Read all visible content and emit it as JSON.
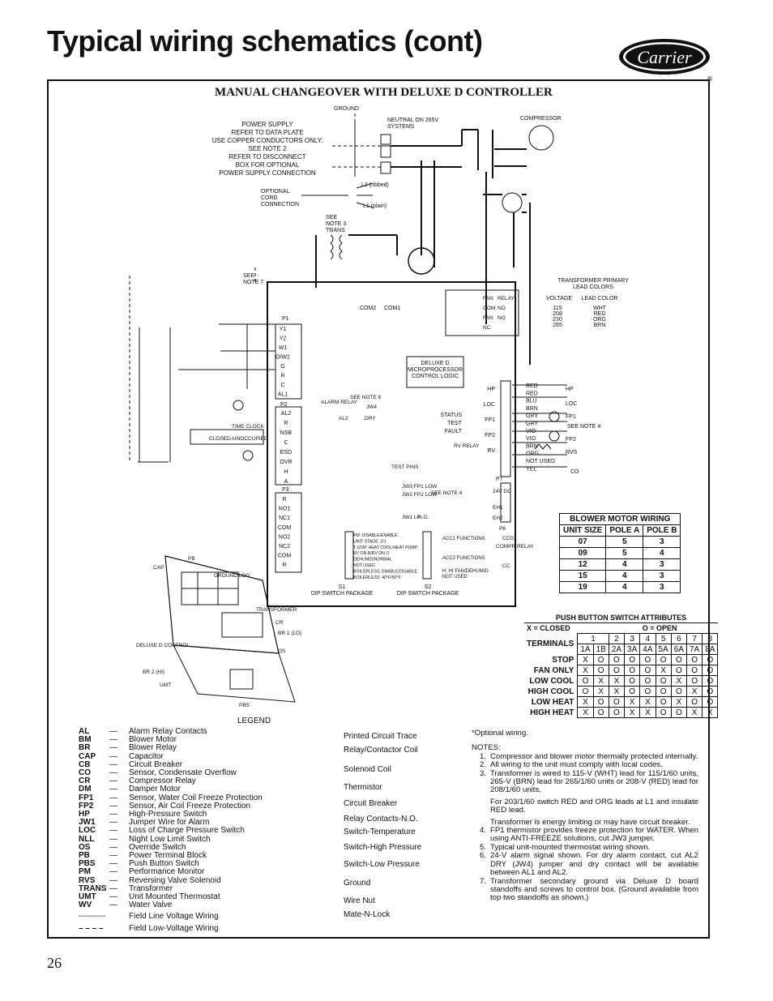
{
  "page_title": "Typical wiring schematics (cont)",
  "brand": "Carrier",
  "section_title": "MANUAL CHANGEOVER WITH DELUXE D CONTROLLER",
  "page_number": "26",
  "schematic_labels": {
    "ground": "GROUND",
    "power_supply": [
      "POWER SUPPLY",
      "REFER TO DATA PLATE",
      "USE COPPER CONDUCTORS ONLY.",
      "SEE NOTE 2",
      "REFER TO DISCONNECT",
      "BOX FOR OPTIONAL",
      "POWER SUPPLY CONNECTION"
    ],
    "neutral": [
      "NEUTRAL ON 265V",
      "SYSTEMS"
    ],
    "compressor": "COMPRESSOR",
    "optional_cord": [
      "OPTIONAL",
      "CORD",
      "CONNECTION"
    ],
    "l2_ribbed": "L2 (ribbed)",
    "l1_plain": "L1 (plain)",
    "see_note3": [
      "SEE",
      "NOTE 3",
      "TRANS"
    ],
    "see_note7": [
      "SEE",
      "NOTE 7"
    ],
    "deluxe": [
      "DELUXE D",
      "MICROPROCESSOR",
      "CONTROL LOGIC"
    ],
    "xfmr_title": [
      "TRANSFORMER PRIMARY",
      "LEAD COLORS"
    ],
    "xfmr_rows": [
      [
        "115",
        "WHT"
      ],
      [
        "208",
        "RED"
      ],
      [
        "230",
        "ORG"
      ],
      [
        "265",
        "BRN"
      ]
    ],
    "xfmr_head": [
      "VOLTAGE",
      "LEAD COLOR"
    ],
    "p1_pins": [
      "Y1",
      "Y2",
      "W1",
      "O/W2",
      "G",
      "R",
      "C",
      "AL1"
    ],
    "p2_pins": [
      "AL2",
      "R",
      "NSB",
      "C",
      "ESD",
      "OVR",
      "H",
      "A"
    ],
    "p3_pins": [
      "R",
      "NO1",
      "NC1",
      "COM",
      "NO2",
      "NC2",
      "COM",
      "R"
    ],
    "p7_pins": [
      "HP",
      "",
      "LOC",
      "",
      "FP1",
      "",
      "FP2",
      "",
      "RV",
      "",
      "",
      ""
    ],
    "right_wires": [
      "RED",
      "RED",
      "BLU",
      "BRN",
      "GRY",
      "GRY",
      "VIO",
      "VIO",
      "BRN",
      "ORG",
      "NOT USED",
      "YEL"
    ],
    "right_devices": [
      "HP",
      "LOC",
      "FP1",
      "SEE NOTE 4",
      "FP2",
      "RVS",
      "CO"
    ],
    "s1_dips": [
      "PM: DISABLE/ENABLE",
      "UNIT STAGE: 2/1",
      "T-STAT HEAT COOL/HEAT PUMP",
      "RV ON B/RV ON O",
      "DEHUMID/NORMAL",
      "NOT USED",
      "BOILERLESS: ENABLE/DISABLE",
      "BOILERLESS: 40°F/50°F"
    ],
    "s2_dips": [
      "ACC1 FUNCTIONS",
      "ACC2 FUNCTIONS",
      "H: HI FAN/DEHUMID",
      "NOT USED"
    ],
    "s1_label": [
      "S1",
      "DIP SWITCH PACKAGE"
    ],
    "s2_label": [
      "S2",
      "DIP SWITCH PACKAGE"
    ],
    "status_leds": [
      "STATUS",
      "TEST",
      "FAULT"
    ],
    "misc": [
      "ALARM RELAY",
      "SEE NOTE 6",
      "JW4",
      "AL2",
      "DRY",
      "RV RELAY",
      "TEST PINS",
      "JW3 FP1 LOW",
      "JW2 FP2 LOW",
      "JW1 LP",
      "N.O.",
      "SEE NOTE 4",
      "24V DC",
      "EH1",
      "EH2",
      "P6",
      "CCG",
      "CC",
      "COMPR RELAY",
      "TIME CLOCK",
      "CLOSED-UNOCCUPIED",
      "GROUND LOG",
      "TRANSFORMER",
      "CR",
      "BR 1 (LO)",
      "OS",
      "DELUXE D CONTROL",
      "BR 2 (HI)",
      "UMT",
      "PBS",
      "CAP",
      "PB"
    ],
    "fan_relay": [
      "FAN",
      "RELAY",
      "COM",
      "NO",
      "FAN",
      "NO",
      "NC"
    ],
    "p_labels": [
      "P1",
      "P2",
      "P3",
      "P7",
      "COM2",
      "COM1"
    ]
  },
  "blower_motor_wiring": {
    "title": "BLOWER MOTOR WIRING",
    "headers": [
      "UNIT SIZE",
      "POLE A",
      "POLE B"
    ],
    "rows": [
      [
        "07",
        "5",
        "3"
      ],
      [
        "09",
        "5",
        "4"
      ],
      [
        "12",
        "4",
        "3"
      ],
      [
        "15",
        "4",
        "3"
      ],
      [
        "19",
        "4",
        "3"
      ]
    ]
  },
  "push_button": {
    "title": "PUSH BUTTON SWITCH ATTRIBUTES",
    "closed": "X = CLOSED",
    "open": "O = OPEN",
    "terminals_label": "TERMINALS",
    "numbers": [
      "1",
      "2",
      "3",
      "4",
      "5",
      "6",
      "7",
      "8"
    ],
    "sub": [
      "1A",
      "1B",
      "2A",
      "3A",
      "4A",
      "5A",
      "6A",
      "7A",
      "8A"
    ],
    "rows": [
      {
        "name": "STOP",
        "vals": [
          "X",
          "O",
          "O",
          "O",
          "O",
          "O",
          "O",
          "O",
          "O"
        ]
      },
      {
        "name": "FAN ONLY",
        "vals": [
          "X",
          "O",
          "O",
          "O",
          "O",
          "X",
          "O",
          "O",
          "O"
        ]
      },
      {
        "name": "LOW COOL",
        "vals": [
          "O",
          "X",
          "X",
          "O",
          "O",
          "O",
          "X",
          "O",
          "O"
        ]
      },
      {
        "name": "HIGH COOL",
        "vals": [
          "O",
          "X",
          "X",
          "O",
          "O",
          "O",
          "O",
          "X",
          "O"
        ]
      },
      {
        "name": "LOW HEAT",
        "vals": [
          "X",
          "O",
          "O",
          "X",
          "X",
          "O",
          "X",
          "O",
          "O"
        ]
      },
      {
        "name": "HIGH HEAT",
        "vals": [
          "X",
          "O",
          "O",
          "X",
          "X",
          "O",
          "O",
          "X",
          "X"
        ]
      }
    ]
  },
  "legend_title": "LEGEND",
  "legend": [
    [
      "AL",
      "Alarm Relay Contacts"
    ],
    [
      "BM",
      "Blower Motor"
    ],
    [
      "BR",
      "Blower Relay"
    ],
    [
      "CAP",
      "Capacitor"
    ],
    [
      "CB",
      "Circuit Breaker"
    ],
    [
      "CO",
      "Sensor, Condensate Overflow"
    ],
    [
      "CR",
      "Compressor Relay"
    ],
    [
      "DM",
      "Damper Motor"
    ],
    [
      "FP1",
      "Sensor, Water Coil Freeze Protection"
    ],
    [
      "FP2",
      "Sensor, Air Coil Freeze Protection"
    ],
    [
      "HP",
      "High-Pressure Switch"
    ],
    [
      "JW1",
      "Jumper Wire for Alarm"
    ],
    [
      "LOC",
      "Loss of Charge Pressure Switch"
    ],
    [
      "NLL",
      "Night Low Limit Switch"
    ],
    [
      "OS",
      "Override Switch"
    ],
    [
      "PB",
      "Power Terminal Block"
    ],
    [
      "PBS",
      "Push Button Switch"
    ],
    [
      "PM",
      "Performance Monitor"
    ],
    [
      "RVS",
      "Reversing Valve Solenoid"
    ],
    [
      "TRANS",
      "Transformer"
    ],
    [
      "UMT",
      "Unit Mounted Thermostat"
    ],
    [
      "WV",
      "Water Valve"
    ],
    [
      "----------",
      "Field Line Voltage Wiring"
    ],
    [
      "– – – –",
      "Field Low-Voltage Wiring"
    ]
  ],
  "symbols": [
    "Printed Circuit Trace",
    "Relay/Contactor Coil",
    "Solenoid Coil",
    "Thermistor",
    "Circuit Breaker",
    "Relay Contacts-N.O.",
    "Switch-Temperature",
    "Switch-High Pressure",
    "Switch-Low Pressure",
    "Ground",
    "Wire Nut",
    "Mate-N-Lock"
  ],
  "optional_wiring": "*Optional wiring.",
  "notes_title": "NOTES:",
  "notes": [
    "Compressor and blower motor thermally protected internally.",
    "All wiring to the unit must comply with local codes.",
    "Transformer is wired to 115-V (WHT) lead for 115/1/60 units, 265-V (BRN) lead for 265/1/60 units or 208-V (RED) lead for 208/1/60 units.",
    "For 203/1/60 switch RED and ORG leads at L1 and insulate RED lead.",
    "Transformer is energy limiting or may have circuit breaker.",
    "FP1 thermistor provides freeze protection for WATER. When using ANTI-FREEZE solutions, cut JW3 jumper.",
    "Typical unit-mounted thermostat wiring shown.",
    "24-V alarm signal shown. For dry alarm contact, cut AL2 DRY (JW4) jumper and dry contact will be available between AL1 and AL2.",
    "Transformer secondary ground via Deluxe D board standoffs and screws to control box. (Ground available from top two standoffs as shown.)"
  ],
  "note_numbers": [
    "1.",
    "2.",
    "3.",
    "",
    "",
    "4.",
    "5.",
    "6.",
    "7."
  ]
}
